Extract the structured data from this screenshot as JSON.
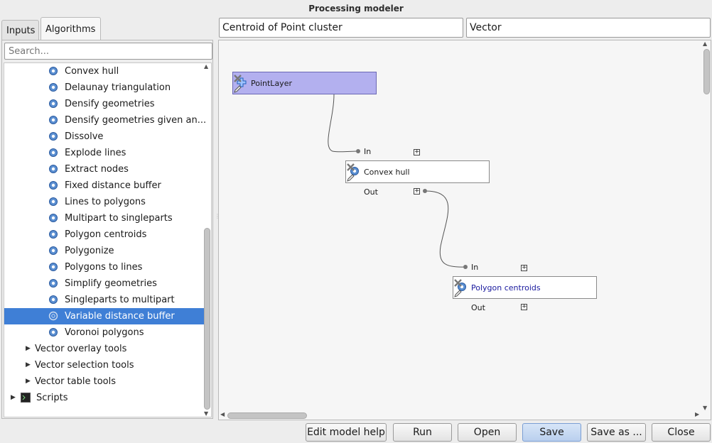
{
  "window": {
    "title": "Processing modeler"
  },
  "tabs": {
    "inputs": "Inputs",
    "algorithms": "Algorithms"
  },
  "search": {
    "placeholder": "Search..."
  },
  "tree": {
    "items": [
      "Convex hull",
      "Delaunay triangulation",
      "Densify geometries",
      "Densify geometries given an...",
      "Dissolve",
      "Explode lines",
      "Extract nodes",
      "Fixed distance buffer",
      "Lines to polygons",
      "Multipart to singleparts",
      "Polygon centroids",
      "Polygonize",
      "Polygons to lines",
      "Simplify geometries",
      "Singleparts to multipart",
      "Variable distance buffer",
      "Voronoi polygons"
    ],
    "selected_index": 15,
    "groups": [
      "Vector overlay tools",
      "Vector selection tools",
      "Vector table tools"
    ],
    "scripts": "Scripts"
  },
  "model": {
    "name": "Centroid of Point cluster",
    "group": "Vector"
  },
  "canvas": {
    "nodes": {
      "input": {
        "label": "PointLayer"
      },
      "convex": {
        "label": "Convex hull",
        "in": "In",
        "out": "Out"
      },
      "centroids": {
        "label": "Polygon centroids",
        "in": "In",
        "out": "Out"
      }
    }
  },
  "buttons": {
    "edit_help": "Edit model help",
    "run": "Run",
    "open": "Open",
    "save": "Save",
    "save_as": "Save as ...",
    "close": "Close"
  },
  "colors": {
    "selection": "#3f7fd6",
    "input_node": "#b3b0ef",
    "link_text": "#1a1a9e"
  }
}
